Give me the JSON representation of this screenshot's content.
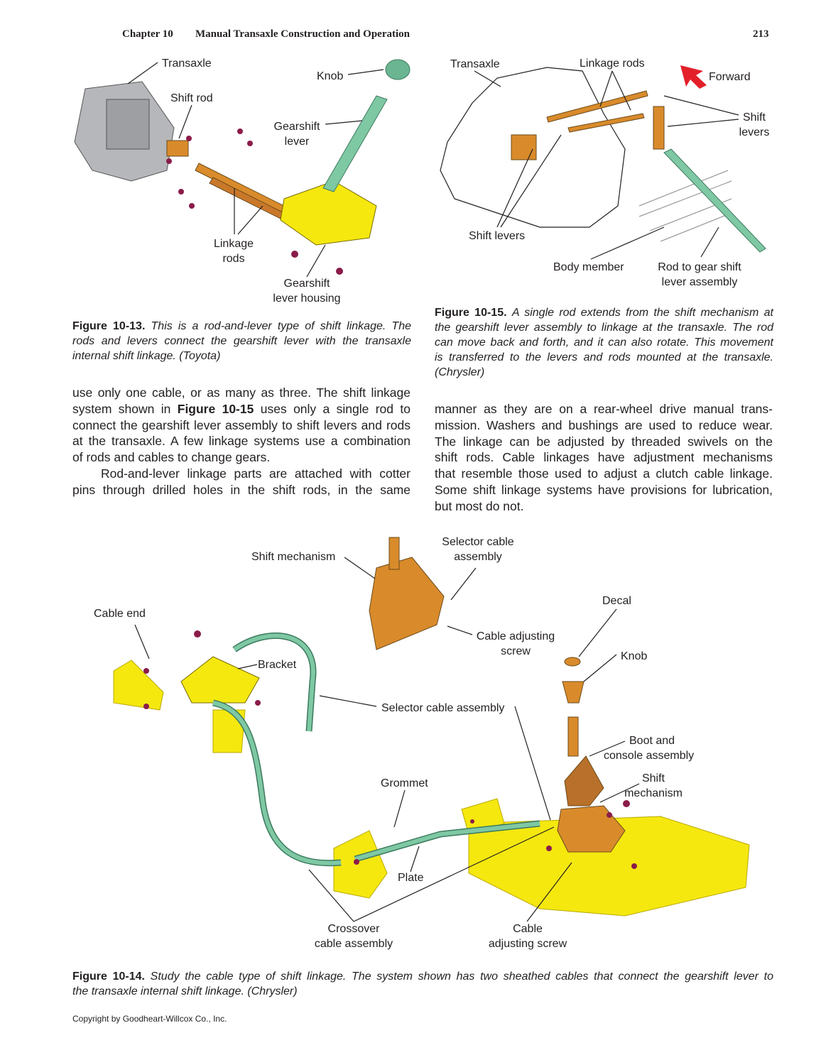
{
  "header": {
    "chapter": "Chapter 10",
    "title": "Manual Transaxle Construction and Operation",
    "page_number": "213"
  },
  "figure_10_13": {
    "labels": {
      "transaxle": "Transaxle",
      "knob": "Knob",
      "shift_rod": "Shift rod",
      "gearshift_lever_1": "Gearshift",
      "gearshift_lever_2": "lever",
      "linkage_rods_1": "Linkage",
      "linkage_rods_2": "rods",
      "housing_1": "Gearshift",
      "housing_2": "lever housing"
    },
    "caption_label": "Figure 10-13.",
    "caption_lines": [
      "This is a rod-and-lever type of shift linkage. The",
      "rods and levers connect the gearshift lever with the transaxle",
      "internal shift linkage. (Toyota)"
    ]
  },
  "figure_10_15": {
    "labels": {
      "transaxle": "Transaxle",
      "linkage_rods": "Linkage rods",
      "forward": "Forward",
      "shift_levers_right_1": "Shift",
      "shift_levers_right_2": "levers",
      "shift_levers_bottom": "Shift levers",
      "body_member": "Body member",
      "rod_1": "Rod to gear shift",
      "rod_2": "lever assembly"
    },
    "caption_label": "Figure 10-15.",
    "caption_lines": [
      "A single rod extends from the shift mechanism at",
      "the gearshift lever assembly to linkage at the transaxle. The rod",
      "can move back and forth, and it can also rotate. This movement",
      "is transferred to the levers and rods mounted at the transaxle.",
      "(Chrysler)"
    ]
  },
  "body_left": {
    "para1": [
      "use only one cable, or as many as three. The shift linkage",
      "system shown in |Figure 10-15| uses only a single rod to",
      "connect the gearshift lever assembly to shift levers and rods",
      "at the transaxle. A few linkage systems use a combination",
      "of rods and cables to change gears."
    ],
    "para2": [
      "Rod-and-lever linkage parts are attached with cotter",
      "pins through drilled holes in the shift rods, in the same"
    ]
  },
  "body_left_ref": {
    "pre": "system shown in",
    "ref": "Figure 10-15",
    "post": "uses only a single rod to"
  },
  "body_right": {
    "lines": [
      "manner as they are on a rear-wheel drive manual trans-",
      "mission. Washers and bushings are used to reduce wear.",
      "The linkage can be adjusted by threaded swivels on the",
      "shift rods. Cable linkages have adjustment mechanisms",
      "that resemble those used to adjust a clutch cable linkage.",
      "Some shift linkage systems have provisions for lubrication,",
      "but most do not."
    ]
  },
  "figure_10_14": {
    "labels": {
      "shift_mechanism_top": "Shift mechanism",
      "selector_cable_1": "Selector cable",
      "selector_cable_2": "assembly",
      "cable_end": "Cable end",
      "decal": "Decal",
      "cable_adj_1": "Cable adjusting",
      "cable_adj_2": "screw",
      "bracket": "Bracket",
      "knob": "Knob",
      "selector_cable_assembly": "Selector cable assembly",
      "boot_1": "Boot and",
      "boot_2": "console assembly",
      "shift_mech_1": "Shift",
      "shift_mech_2": "mechanism",
      "grommet": "Grommet",
      "plate": "Plate",
      "crossover_1": "Crossover",
      "crossover_2": "cable assembly",
      "cable_bottom_1": "Cable",
      "cable_bottom_2": "adjusting screw"
    },
    "caption_label": "Figure 10-14.",
    "caption_lines": [
      "Study the cable type of shift linkage. The system shown has two sheathed cables that connect the gearshift lever to",
      "the transaxle internal shift linkage. (Chrysler)"
    ]
  },
  "footer": {
    "copyright": "Copyright by Goodheart-Willcox Co., Inc."
  },
  "colors": {
    "yellow": "#f5e80f",
    "orange": "#d98b2b",
    "green": "#7fc8a4",
    "maroon": "#8a1c4a",
    "gray": "#a7a9ac",
    "arrow_red": "#e3202a",
    "text": "#231f20"
  }
}
